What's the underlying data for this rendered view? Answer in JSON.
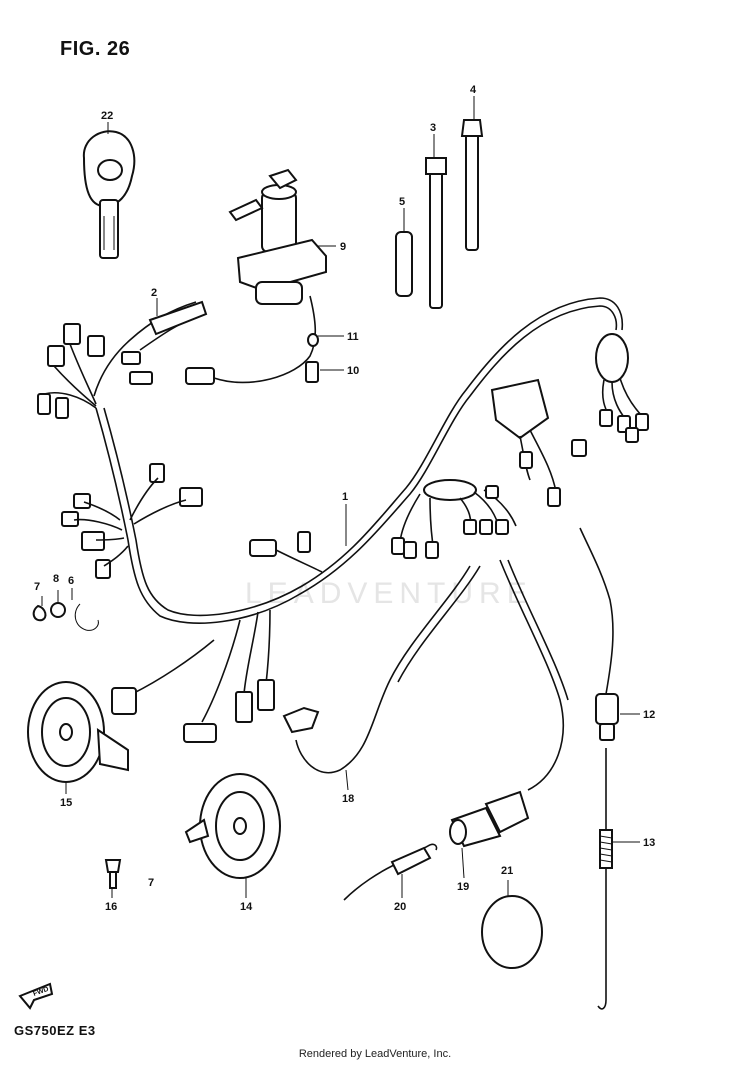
{
  "figure": {
    "title": "FIG. 26",
    "model_code": "GS750EZ  E3",
    "watermark": "LEADVENTURE",
    "footer": "Rendered by LeadVenture, Inc."
  },
  "callouts": [
    {
      "id": "p1",
      "label": "1"
    },
    {
      "id": "p2",
      "label": "2"
    },
    {
      "id": "p3",
      "label": "3"
    },
    {
      "id": "p4",
      "label": "4"
    },
    {
      "id": "p5",
      "label": "5"
    },
    {
      "id": "p6",
      "label": "6"
    },
    {
      "id": "p7a",
      "label": "7"
    },
    {
      "id": "p7b",
      "label": "7"
    },
    {
      "id": "p8",
      "label": "8"
    },
    {
      "id": "p9",
      "label": "9"
    },
    {
      "id": "p10",
      "label": "10"
    },
    {
      "id": "p11",
      "label": "11"
    },
    {
      "id": "p12",
      "label": "12"
    },
    {
      "id": "p13",
      "label": "13"
    },
    {
      "id": "p14",
      "label": "14"
    },
    {
      "id": "p15",
      "label": "15"
    },
    {
      "id": "p16",
      "label": "16"
    },
    {
      "id": "p18",
      "label": "18"
    },
    {
      "id": "p19",
      "label": "19"
    },
    {
      "id": "p20",
      "label": "20"
    },
    {
      "id": "p21",
      "label": "21"
    },
    {
      "id": "p22",
      "label": "22"
    }
  ],
  "front_marker": {
    "text": "FWD",
    "icon": "front-arrow-icon"
  }
}
